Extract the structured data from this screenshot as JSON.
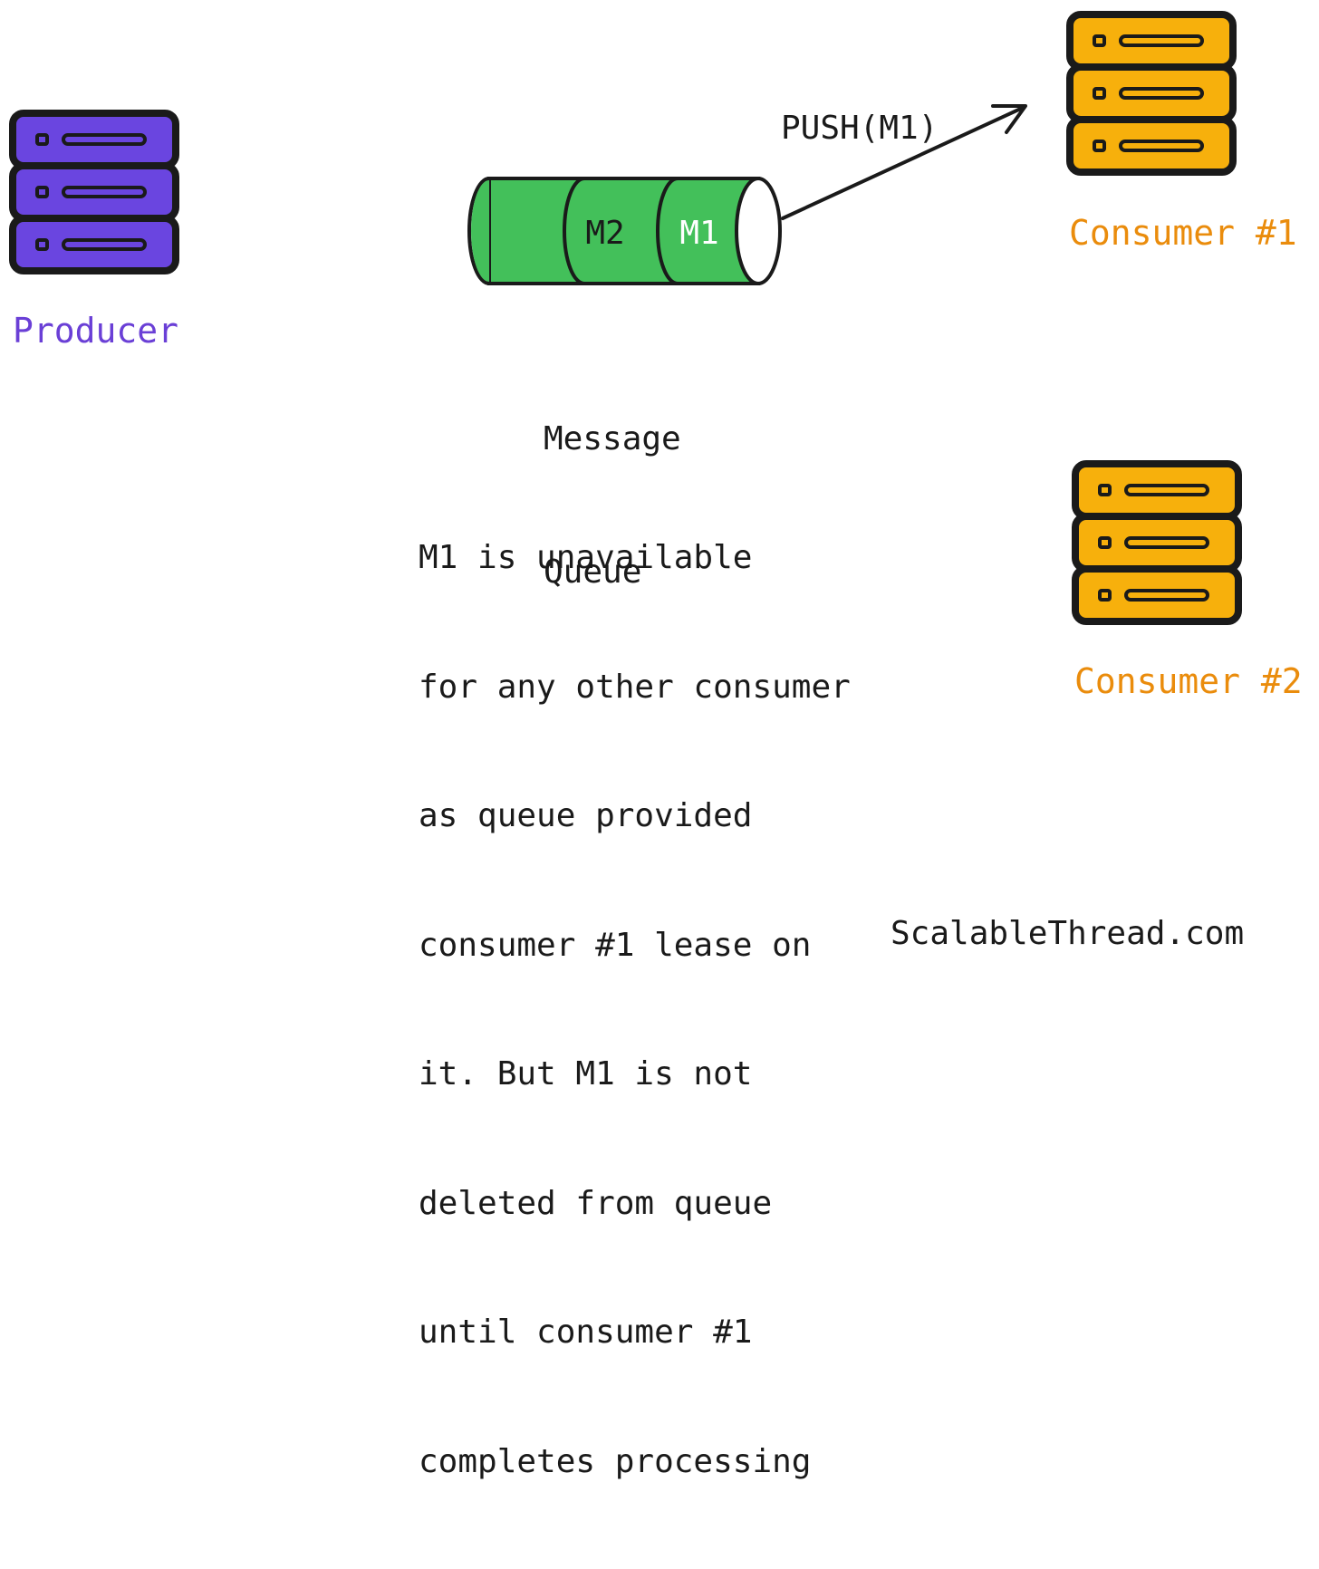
{
  "diagram": {
    "producer": {
      "label": "Producer",
      "color": "#6a45e0",
      "text_color": "#6a3fd6"
    },
    "consumers": [
      {
        "label": "Consumer #1",
        "color": "#f7b00c",
        "text_color": "#ea8c0c"
      },
      {
        "label": "Consumer #2",
        "color": "#f7b00c",
        "text_color": "#ea8c0c"
      }
    ],
    "queue": {
      "label_lines": [
        "Message",
        "Queue"
      ],
      "color": "#43c05a",
      "messages": [
        {
          "id": "M2",
          "text_color": "#1a1a1a"
        },
        {
          "id": "M1",
          "text_color": "#ffffff"
        }
      ]
    },
    "arrow": {
      "label": "PUSH(M1)",
      "from": "queue",
      "to": "consumer-1"
    },
    "note_lines": [
      "M1 is unavailable",
      "for any other consumer",
      "as queue provided",
      "consumer #1 lease on",
      "it. But M1 is not",
      "deleted from queue",
      "until consumer #1",
      "completes processing"
    ],
    "footer": "ScalableThread.com",
    "stroke_color": "#1a1a1a"
  }
}
